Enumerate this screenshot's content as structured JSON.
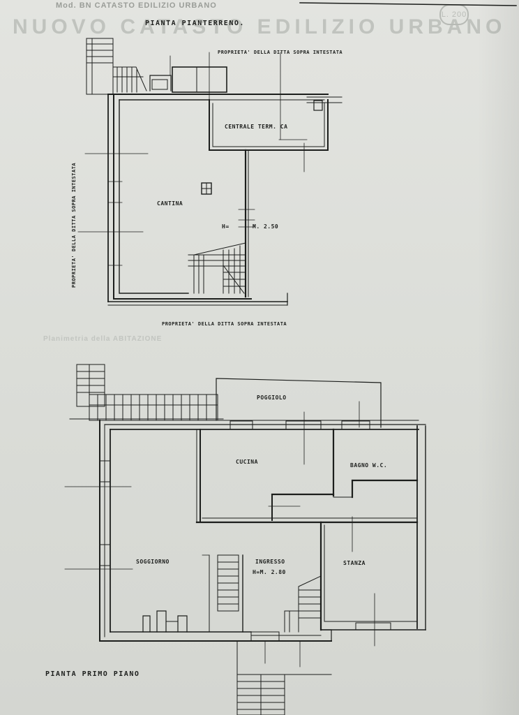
{
  "sheet": {
    "faint_header": "NUOVO CATASTO EDILIZIO URBANO",
    "faint_top": "Mod. BN CATASTO EDILIZIO URBANO",
    "faint_badge": "L. 200",
    "faint_mid": "Planimetria della ABITAZIONE"
  },
  "ground_floor": {
    "title": "PIANTA PIANTERRENO.",
    "property_top": "PROPRIETA' DELLA DITTA SOPRA INTESTATA",
    "property_left": "PROPRIETA' DELLA DITTA SOPRA INTESTATA",
    "property_bottom": "PROPRIETA' DELLA DITTA SOPRA INTESTATA",
    "room_centrale": "CENTRALE TERM. CA",
    "room_cantina": "CANTINA",
    "height_label": "H=",
    "height_value": "M. 2.50"
  },
  "first_floor": {
    "title": "PIANTA PRIMO PIANO",
    "room_poggiolo": "POGGIOLO",
    "room_cucina": "CUCINA",
    "room_bagno": "BAGNO W.C.",
    "room_soggiorno": "SOGGIORNO",
    "room_ingresso": "INGRESSO",
    "ingresso_height": "H=M. 2.80",
    "room_stanza": "STANZA"
  }
}
